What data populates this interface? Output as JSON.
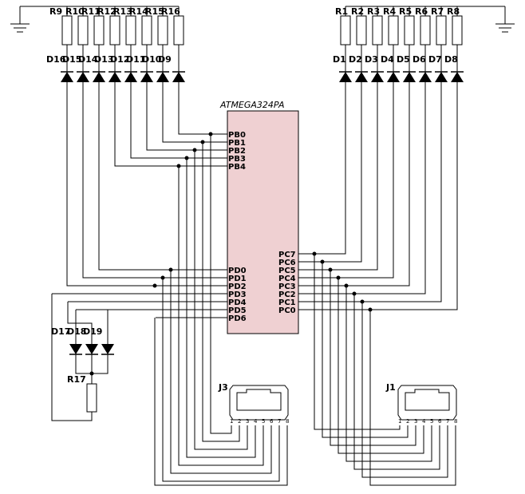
{
  "chip": {
    "name": "ATMEGA324PA",
    "fill": "#efd0d2",
    "pins_b": [
      "PB0",
      "PB1",
      "PB2",
      "PB3",
      "PB4"
    ],
    "pins_d": [
      "PD0",
      "PD1",
      "PD2",
      "PD3",
      "PD4",
      "PD5",
      "PD6"
    ],
    "pins_c": [
      "PC7",
      "PC6",
      "PC5",
      "PC4",
      "PC3",
      "PC2",
      "PC1",
      "PC0"
    ]
  },
  "left_bank": {
    "resistors": [
      "R9",
      "R10",
      "R11",
      "R12",
      "R13",
      "R14",
      "R15",
      "R16"
    ],
    "diodes": [
      "D16",
      "D15",
      "D14",
      "D13",
      "D12",
      "D11",
      "D10",
      "D9"
    ]
  },
  "right_bank": {
    "resistors": [
      "R1",
      "R2",
      "R3",
      "R4",
      "R5",
      "R6",
      "R7",
      "R8"
    ],
    "diodes": [
      "D1",
      "D2",
      "D3",
      "D4",
      "D5",
      "D6",
      "D7",
      "D8"
    ]
  },
  "bottom_group": {
    "diodes": [
      "D17",
      "D18",
      "D19"
    ],
    "resistor": "R17"
  },
  "connectors": [
    {
      "name": "J3",
      "pins": [
        "1",
        "2",
        "3",
        "4",
        "5",
        "6",
        "7",
        "8"
      ]
    },
    {
      "name": "J1",
      "pins": [
        "1",
        "2",
        "3",
        "4",
        "5",
        "6",
        "7",
        "8"
      ]
    }
  ]
}
